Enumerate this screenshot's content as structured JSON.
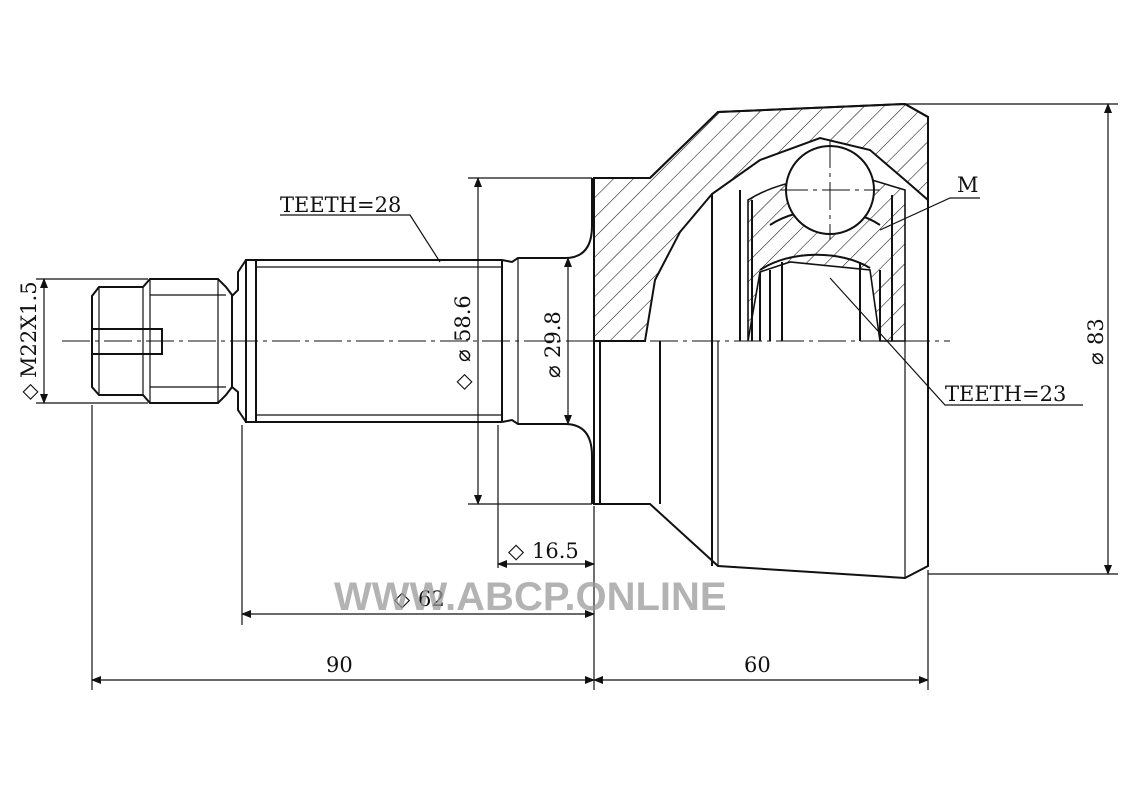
{
  "labels": {
    "teeth_outer": "TEETH=28",
    "teeth_inner": "TEETH=23",
    "mark_m": "M",
    "thread": "M22X1.5",
    "dia_58": "58.6",
    "dia_29": "29.8",
    "dia_83": "83",
    "len_16": "16.5",
    "len_62": "62",
    "len_90": "90",
    "len_60": "60"
  },
  "symbols": {
    "diameter": "⌀",
    "square": "◇"
  },
  "watermark": "WWW.ABCP.ONLINE",
  "colors": {
    "line": "#111111",
    "watermark": "#9a9a9a",
    "background": "#ffffff"
  }
}
